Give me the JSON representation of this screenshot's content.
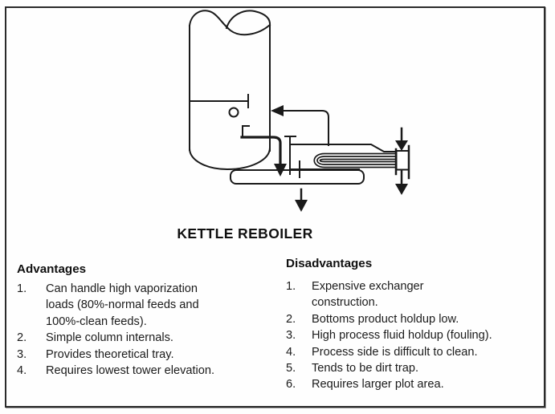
{
  "diagram": {
    "title": "KETTLE REBOILER",
    "parts": [
      "distillation-column",
      "liquid-level-line",
      "level-gauge-circle",
      "vapor-return-arrow",
      "liquid-draw-arrow",
      "reboiler-shell",
      "u-tube-bundle",
      "channel-head",
      "hot-fluid-inlet-arrow",
      "hot-fluid-outlet-arrow",
      "bottoms-line",
      "bottoms-product-arrow"
    ],
    "line_color": "#1a1a1a",
    "background_color": "#ffffff"
  },
  "advantages": {
    "heading": "Advantages",
    "items": [
      "Can handle high vaporization\nloads (80%-normal feeds and\n100%-clean feeds).",
      "Simple column internals.",
      "Provides theoretical tray.",
      "Requires lowest tower elevation."
    ]
  },
  "disadvantages": {
    "heading": "Disadvantages",
    "items": [
      "Expensive exchanger\nconstruction.",
      "Bottoms product holdup low.",
      "High process fluid holdup (fouling).",
      "Process side is difficult to clean.",
      "Tends to be dirt trap.",
      "Requires larger plot area."
    ]
  }
}
